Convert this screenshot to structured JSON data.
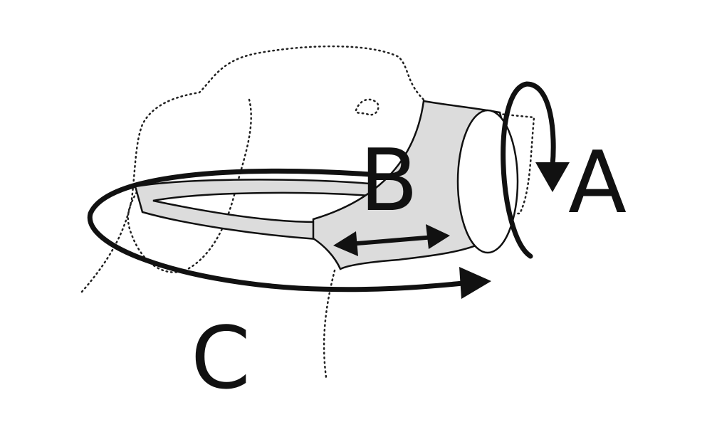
{
  "labels": {
    "a": "A",
    "b": "B",
    "c": "C"
  },
  "colors": {
    "device_fill": "#dcdcdc",
    "stroke": "#111111"
  }
}
